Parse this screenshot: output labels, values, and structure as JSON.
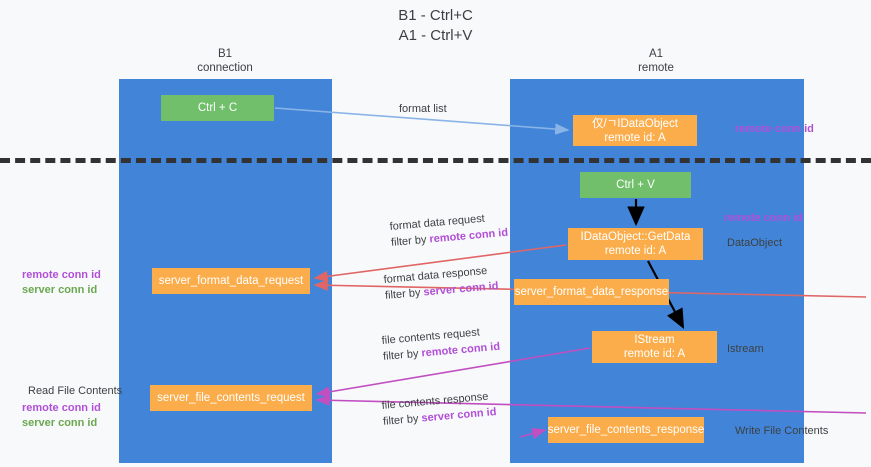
{
  "title": "B1 - Ctrl+C\nA1 - Ctrl+V",
  "title_line1": "B1 - Ctrl+C",
  "title_line2": "A1 - Ctrl+V",
  "lanes": [
    {
      "id": "b1",
      "name": "B1",
      "role": "connection",
      "color": "#4285d8"
    },
    {
      "id": "a1",
      "name": "A1",
      "role": "remote",
      "color": "#4285d8"
    }
  ],
  "colors": {
    "lane": "#4285d8",
    "green_box": "#71bf6b",
    "orange_box": "#fbad4b",
    "page_bg": "#f8f9fa",
    "purple_text": "#b14fd8",
    "green_text": "#6aa84f",
    "divider": "#333333",
    "arrow_format_list": "#8ab4e8",
    "arrow_black": "#000000",
    "arrow_red": "#e06666",
    "arrow_magenta": "#c councils"
  },
  "boxes": {
    "ctrl_c": {
      "label": "Ctrl + C",
      "style": "green"
    },
    "idataobject": {
      "line1": "仅/ㄱIDataObject",
      "line2": "remote id: A",
      "style": "orange"
    },
    "ctrl_v": {
      "label": "Ctrl + V",
      "style": "green"
    },
    "getdata": {
      "line1": "IDataObject::GetData",
      "line2": "remote id: A",
      "style": "orange"
    },
    "server_format_data_request": {
      "label": "server_format_data_request",
      "style": "orange"
    },
    "server_format_data_response": {
      "label": "server_format_data_response",
      "style": "orange"
    },
    "istream": {
      "line1": "IStream",
      "line2": "remote id: A",
      "style": "orange"
    },
    "server_file_contents_request": {
      "label": "server_file_contents_request",
      "style": "orange"
    },
    "server_file_contents_response": {
      "label": "server_file_contents_response",
      "style": "orange"
    }
  },
  "connector_labels": {
    "format_list": "format list",
    "format_data_request": "format data request",
    "format_data_request_filter_prefix": "filter by ",
    "format_data_request_filter_key": "remote conn id",
    "format_data_response": "format data response",
    "format_data_response_filter_prefix": "filter by ",
    "format_data_response_filter_key": "server conn id",
    "file_contents_request": "file contents request",
    "file_contents_request_filter_prefix": "filter by ",
    "file_contents_request_filter_key": "remote conn id",
    "file_contents_response": "file contents response",
    "file_contents_response_filter_prefix": "filter by ",
    "file_contents_response_filter_key": "server conn id"
  },
  "annotations": {
    "remote_conn_id_top": "remote conn id",
    "remote_conn_id_mid": "remote conn id",
    "dataobject": "DataObject",
    "istream": "Istream",
    "write_file_contents": "Write File Contents",
    "read_file_contents": "Read File Contents",
    "left_remote_conn_id_1": "remote conn id",
    "left_server_conn_id_1": "server conn id",
    "left_remote_conn_id_2": "remote conn id",
    "left_server_conn_id_2": "server conn id"
  }
}
